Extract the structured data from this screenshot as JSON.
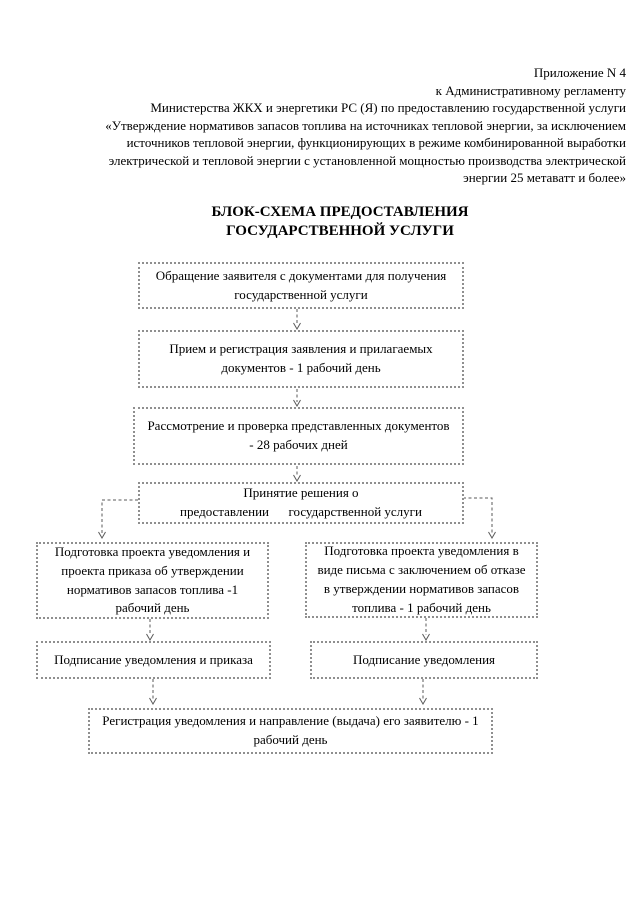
{
  "document": {
    "appendix_lines": [
      "Приложение N 4",
      "к Административному регламенту",
      "Министерства ЖКХ и энергетики РС (Я) по предоставлению государственной услуги",
      "«Утверждение нормативов запасов топлива на источниках тепловой энергии, за исключением",
      "источников тепловой энергии, функционирующих в режиме комбинированной выработки",
      "электрической и тепловой энергии с установленной мощностью производства электрической",
      "энергии 25 метаватт и более»"
    ],
    "title_line1": "БЛОК-СХЕМА ПРЕДОСТАВЛЕНИЯ",
    "title_line2": "ГОСУДАРСТВЕННОЙ УСЛУГИ"
  },
  "flowchart": {
    "nodes": [
      {
        "id": "request",
        "text": "Обращение заявителя с документами для получения\nгосударственной услуги"
      },
      {
        "id": "intake",
        "text": "Прием и регистрация заявления и прилагаемых\nдокументов - 1 рабочий день"
      },
      {
        "id": "review",
        "text": "Рассмотрение и проверка представленных документов\n- 28 рабочих дней"
      },
      {
        "id": "decision",
        "text": "Принятие решения о\nпредоставлении      государственной услуги"
      },
      {
        "id": "prepare-approval",
        "text": "Подготовка проекта уведомления и\nпроекта приказа об утверждении\nнормативов запасов топлива -1\nрабочий день"
      },
      {
        "id": "prepare-refusal",
        "text": "Подготовка проекта уведомления в\nвиде письма с заключением об отказе\nв утверждении нормативов запасов\nтоплива - 1 рабочий день"
      },
      {
        "id": "sign-approval",
        "text": "Подписание уведомления и приказа"
      },
      {
        "id": "sign-refusal",
        "text": "Подписание уведомления"
      },
      {
        "id": "register",
        "text": "Регистрация уведомления и направление (выдача) его заявителю - 1\nрабочий день"
      }
    ],
    "edges": [
      {
        "from": "request",
        "to": "intake"
      },
      {
        "from": "intake",
        "to": "review"
      },
      {
        "from": "review",
        "to": "decision"
      },
      {
        "from": "decision",
        "to": "prepare-approval"
      },
      {
        "from": "decision",
        "to": "prepare-refusal"
      },
      {
        "from": "prepare-approval",
        "to": "sign-approval"
      },
      {
        "from": "prepare-refusal",
        "to": "sign-refusal"
      },
      {
        "from": "sign-approval",
        "to": "register"
      },
      {
        "from": "sign-refusal",
        "to": "register"
      }
    ]
  },
  "colors": {
    "background": "#ffffff",
    "text": "#000000",
    "box_border": "#8f8f8f",
    "connector": "#5a5a5a"
  }
}
